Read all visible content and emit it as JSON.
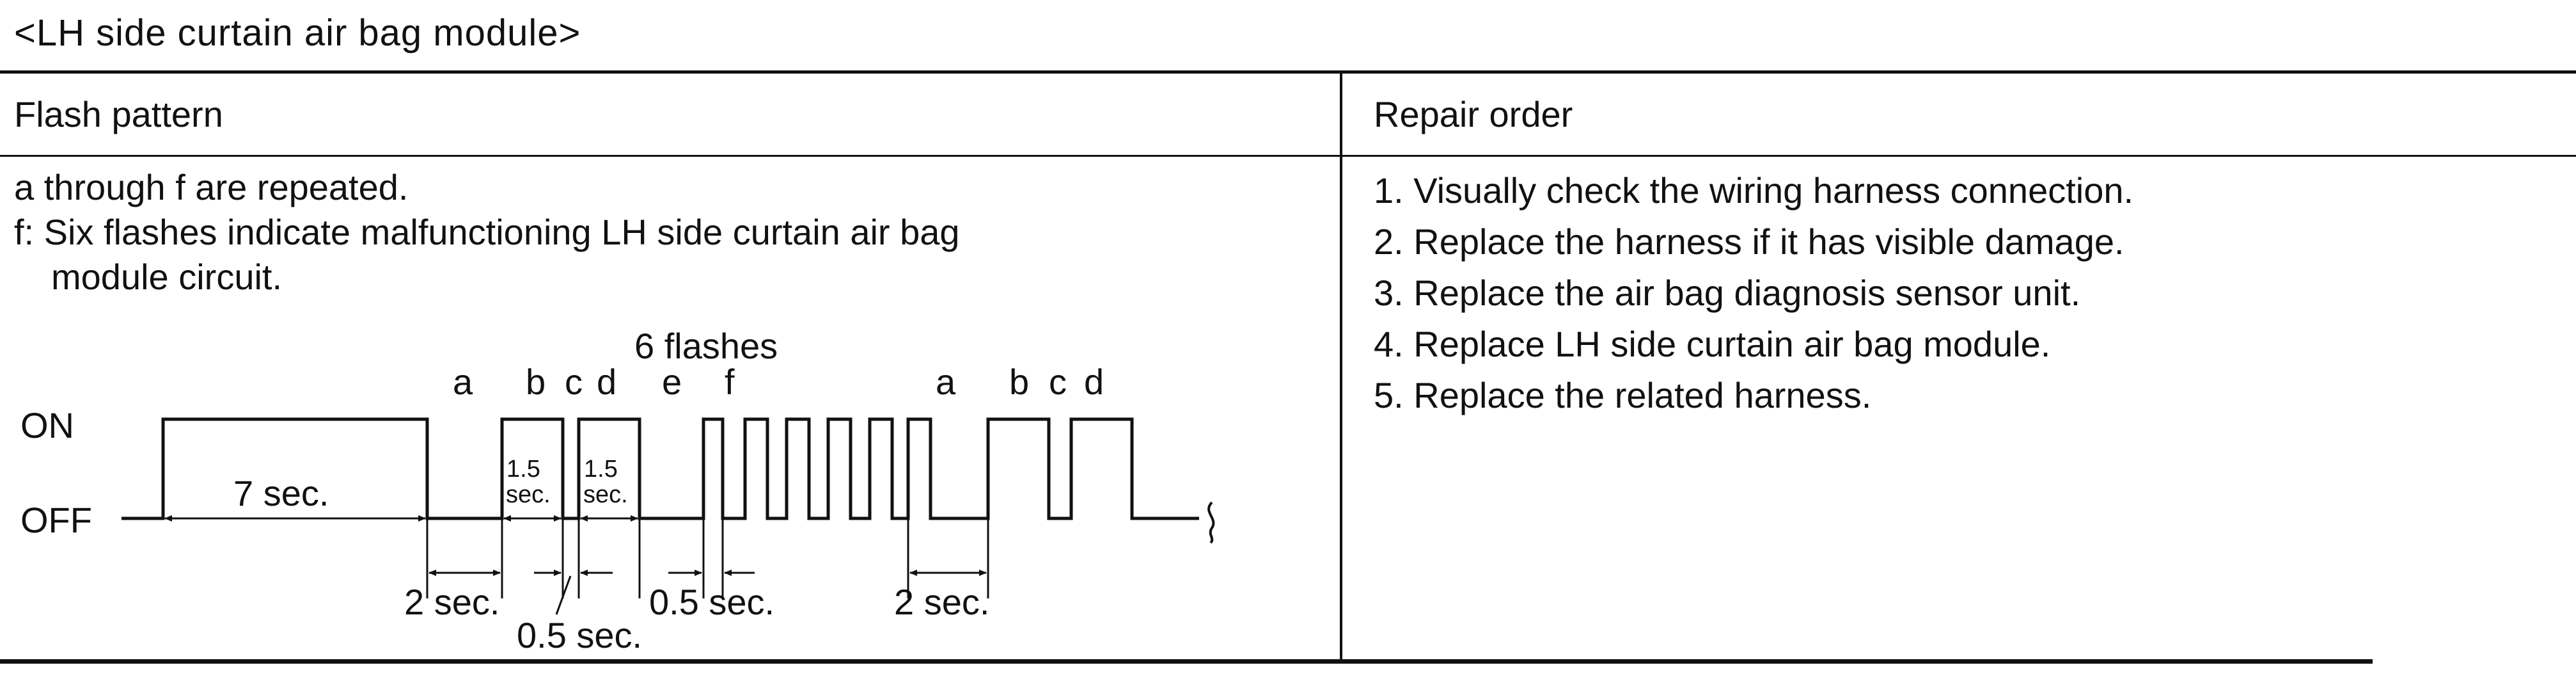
{
  "caption": "<LH side curtain air bag module>",
  "table": {
    "headers": {
      "flash_pattern": "Flash pattern",
      "repair_order": "Repair order"
    },
    "notes": {
      "line1": "a through f are repeated.",
      "line2": "f: Six flashes indicate malfunctioning LH side curtain air bag",
      "line3": "module circuit."
    },
    "repair_steps": [
      "1. Visually check the wiring harness connection.",
      "2. Replace the harness if it has visible damage.",
      "3. Replace the air bag diagnosis sensor unit.",
      "4. Replace LH side curtain air bag module.",
      "5. Replace the related harness."
    ]
  },
  "diagram": {
    "six_flashes": "6 flashes",
    "on": "ON",
    "off": "OFF",
    "letters": {
      "a": "a",
      "b": "b",
      "c": "c",
      "d": "d",
      "e": "e",
      "f": "f"
    },
    "seven_sec": "7 sec.",
    "one_five": "1.5",
    "sec_short": "sec.",
    "two_sec": "2 sec.",
    "half_sec": "0.5 sec."
  }
}
